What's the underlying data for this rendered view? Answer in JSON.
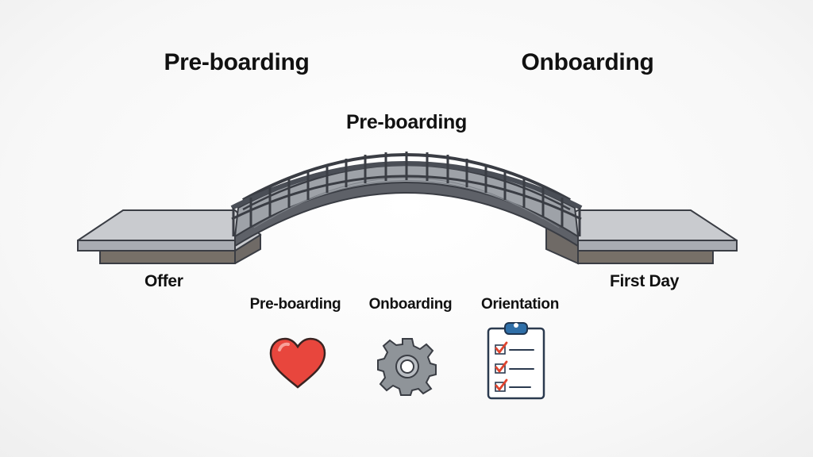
{
  "top_labels": {
    "left": "Pre-boarding",
    "right": "Onboarding"
  },
  "bridge_label": "Pre-boarding",
  "endpoints": {
    "start": "Offer",
    "end": "First Day"
  },
  "stages": [
    {
      "label": "Pre-boarding",
      "icon": "heart-icon",
      "color": "#e8463d"
    },
    {
      "label": "Onboarding",
      "icon": "gear-icon",
      "color": "#8f9499"
    },
    {
      "label": "Orientation",
      "icon": "clipboard-checklist-icon",
      "color": "#2f6fa8"
    }
  ]
}
